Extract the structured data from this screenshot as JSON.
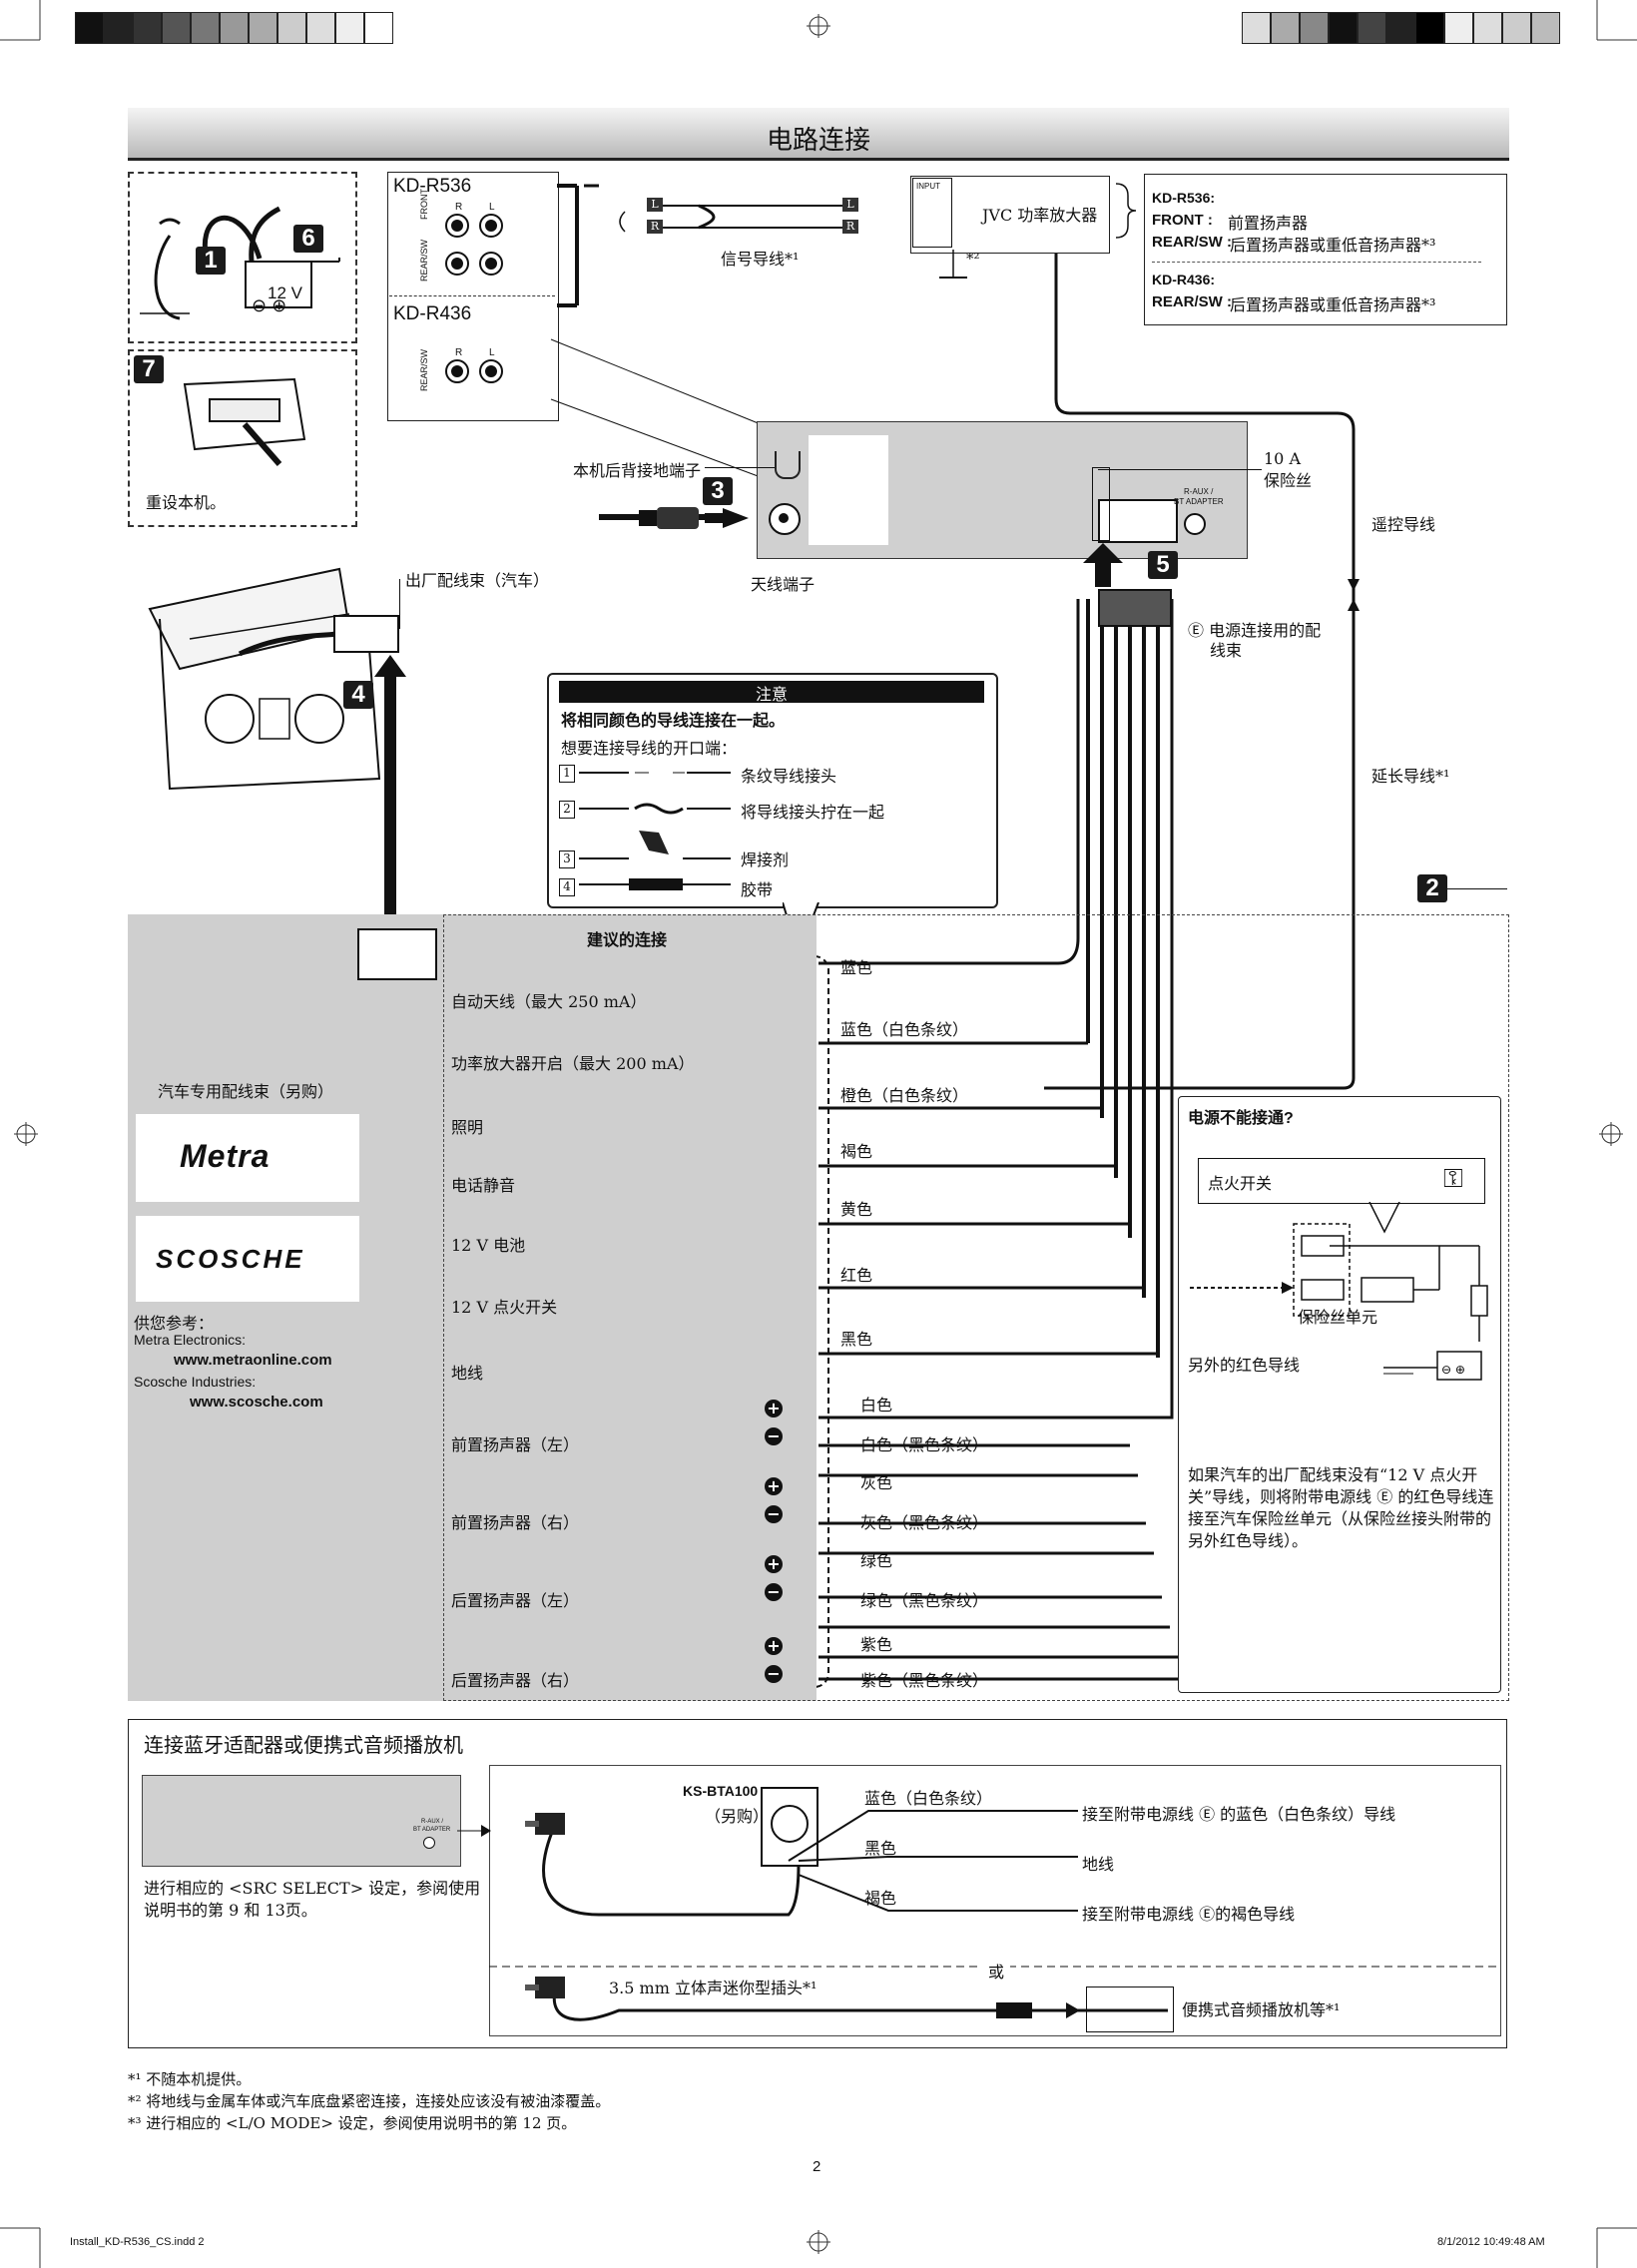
{
  "page": {
    "title": "电路连接",
    "page_number": "2",
    "footer_file": "Install_KD-R536_CS.indd   2",
    "footer_date": "8/1/2012   10:49:48 AM"
  },
  "head_units": {
    "kd_r536": "KD-R536",
    "kd_r436": "KD-R436",
    "front": "FRONT",
    "rear_sw": "REAR/SW",
    "r": "R",
    "l": "L"
  },
  "amp_section": {
    "signal_cord": "信号导线*¹",
    "jvc_amp": "JVC 功率放大器",
    "input": "INPUT",
    "star2": "*²",
    "kd_r536_head": "KD-R536:",
    "front_label": "FRONT :",
    "front_desc": "前置扬声器",
    "rear_label_536": "REAR/SW :",
    "rear_desc_536": "后置扬声器或重低音扬声器*³",
    "kd_r436_head": "KD-R436:",
    "rear_label_436": "REAR/SW :",
    "rear_desc_436": "后置扬声器或重低音扬声器*³"
  },
  "unit_rear": {
    "ground_terminal": "本机后背接地端子",
    "antenna_terminal": "天线端子",
    "fuse": "10 A\n保险丝",
    "fuse_line1": "10 A",
    "fuse_line2": "保险丝",
    "raux": "R-AUX /\nBT ADAPTER",
    "raux_line1": "R-AUX /",
    "raux_line2": "BT ADAPTER",
    "remote_lead": "遥控导线",
    "power_harness_1": "Ⓔ 电源连接用的配",
    "power_harness_2": "线束",
    "factory_harness": "出厂配线束（汽车）",
    "extension_cord": "延长导线*¹",
    "reset": "重设本机。",
    "battery": "12 V"
  },
  "steps": [
    "1",
    "6",
    "7",
    "3",
    "5",
    "4",
    "2"
  ],
  "caution": {
    "title": "注意",
    "line1": "将相同颜色的导线连接在一起。",
    "line2": "想要连接导线的开口端：",
    "items": [
      {
        "num": "1",
        "text": "条纹导线接头"
      },
      {
        "num": "2",
        "text": "将导线接头拧在一起"
      },
      {
        "num": "3",
        "text": "焊接剂"
      },
      {
        "num": "4",
        "text": "胶带"
      }
    ]
  },
  "recommended": {
    "title": "建议的连接",
    "rows": [
      {
        "label": "",
        "color": "蓝色"
      },
      {
        "label": "自动天线（最大 250 mA）",
        "color": "蓝色（白色条纹）"
      },
      {
        "label": "功率放大器开启（最大 200 mA）",
        "color": "橙色（白色条纹）"
      },
      {
        "label": "照明",
        "color": "褐色"
      },
      {
        "label": "电话静音",
        "color": "黄色"
      },
      {
        "label": "12 V 电池",
        "color": "红色"
      },
      {
        "label": "12 V 点火开关",
        "color": "黑色"
      },
      {
        "label": "地线",
        "color": ""
      }
    ],
    "speakers": [
      {
        "label": "前置扬声器（左）",
        "plus": "白色",
        "minus": "白色（黑色条纹）"
      },
      {
        "label": "前置扬声器（右）",
        "plus": "灰色",
        "minus": "灰色（黑色条纹）"
      },
      {
        "label": "后置扬声器（左）",
        "plus": "绿色",
        "minus": "绿色（黑色条纹）"
      },
      {
        "label": "后置扬声器（右）",
        "plus": "紫色",
        "minus": "紫色（黑色条纹）"
      }
    ]
  },
  "side_panel": {
    "harness_sold": "汽车专用配线束（另购）",
    "metra_logo": "Metra",
    "scosche_logo": "SCOSCHE",
    "reference": "供您参考：",
    "metra_name": "Metra Electronics:",
    "metra_url": "www.metraonline.com",
    "scosche_name": "Scosche Industries:",
    "scosche_url": "www.scosche.com"
  },
  "no_power": {
    "title": "电源不能接通?",
    "ignition": "点火开关",
    "fuse_block": "保险丝单元",
    "additional_red": "另外的红色导线",
    "note_1": "如果汽车的出厂配线束没有“12 V 点火开",
    "note_2": "关”导线，则将附带电源线 Ⓔ 的红色导线连",
    "note_3": "接至汽车保险丝单元（从保险丝接头附带的",
    "note_4": "另外红色导线）。"
  },
  "bt_section": {
    "title": "连接蓝牙适配器或便携式音频播放机",
    "raux_small": "R-AUX /\nBT ADAPTER",
    "raux_small_1": "R-AUX /",
    "raux_small_2": "BT ADAPTER",
    "setting_1": "进行相应的 <SRC SELECT> 设定，参阅使用",
    "setting_2": "说明书的第 9 和 13页。",
    "ks_model": "KS-BTA100",
    "ks_sold": "（另购）",
    "wire1": "蓝色（白色条纹）",
    "wire1_to": "接至附带电源线 Ⓔ 的蓝色（白色条纹）导线",
    "wire2": "黑色",
    "wire2_to": "地线",
    "wire3": "褐色",
    "wire3_to": "接至附带电源线 Ⓔ的褐色导线",
    "or": "或",
    "mini_plug": "3.5 mm 立体声迷你型插头*¹",
    "portable": "便携式音频播放机等*¹"
  },
  "footnotes": [
    "*¹ 不随本机提供。",
    "*² 将地线与金属车体或汽车底盘紧密连接，连接处应该没有被油漆覆盖。",
    "*³ 进行相应的 <L/O MODE> 设定，参阅使用说明书的第 12 页。"
  ]
}
